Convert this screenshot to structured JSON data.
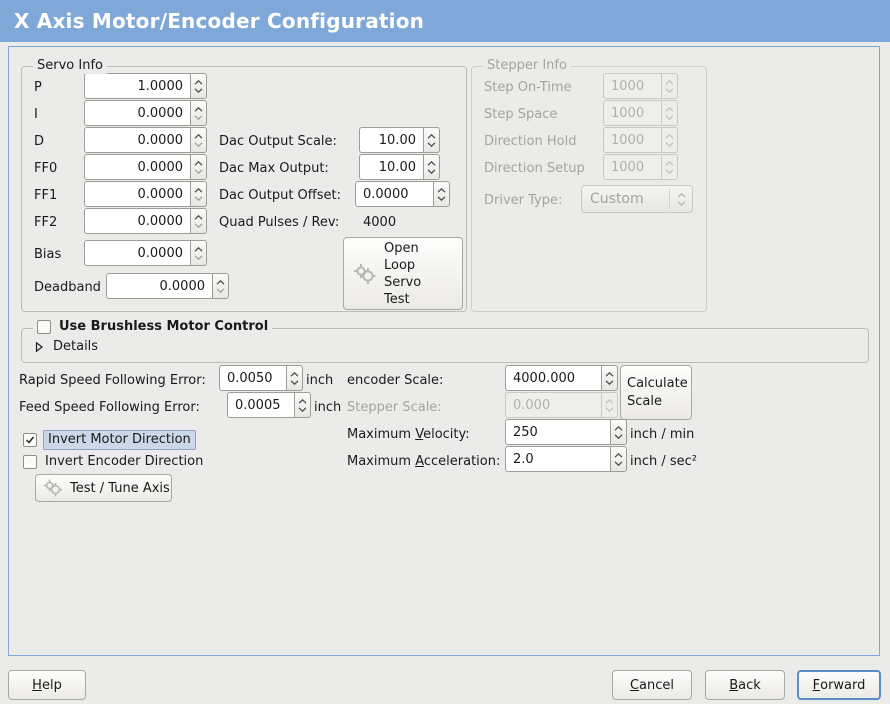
{
  "window": {
    "title": "X Axis Motor/Encoder Configuration",
    "header_color": "#7fa8d8",
    "background_color": "#ebebe9",
    "focus_color": "#5b8cc8"
  },
  "servo_info": {
    "legend": "Servo Info",
    "rows": [
      {
        "label": "P",
        "value": "1.0000"
      },
      {
        "label": "I",
        "value": "0.0000"
      },
      {
        "label": "D",
        "value": "0.0000"
      },
      {
        "label": "FF0",
        "value": "0.0000"
      },
      {
        "label": "FF1",
        "value": "0.0000"
      },
      {
        "label": "FF2",
        "value": "0.0000"
      },
      {
        "label": "Bias",
        "value": "0.0000"
      },
      {
        "label": "Deadband",
        "value": "0.0000"
      }
    ],
    "dac": [
      {
        "label": "Dac Output Scale:",
        "value": "10.00"
      },
      {
        "label": "Dac Max Output:",
        "value": "10.00"
      },
      {
        "label": "Dac Output Offset:",
        "value": "0.0000"
      }
    ],
    "quad_pulses_label": "Quad Pulses / Rev:",
    "quad_pulses_value": "4000",
    "open_loop_button": {
      "icon": "gears-icon",
      "lines": [
        "Open",
        "Loop",
        "Servo",
        "Test"
      ]
    }
  },
  "stepper_info": {
    "legend": "Stepper Info",
    "disabled": true,
    "rows": [
      {
        "label": "Step On-Time",
        "value": "1000"
      },
      {
        "label": "Step Space",
        "value": "1000"
      },
      {
        "label": "Direction Hold",
        "value": "1000"
      },
      {
        "label": "Direction Setup",
        "value": "1000"
      }
    ],
    "driver_type_label": "Driver Type:",
    "driver_type_value": "Custom"
  },
  "brushless": {
    "checkbox_label": "Use Brushless Motor Control",
    "checked": false,
    "details_label": "Details",
    "expanded": false
  },
  "errors": {
    "rapid_label": "Rapid Speed Following Error:",
    "rapid_value": "0.0050",
    "rapid_unit": "inch",
    "feed_label": "Feed Speed Following Error:",
    "feed_value": "0.0005",
    "feed_unit": "inch"
  },
  "inverts": {
    "motor_label": "Invert Motor Direction",
    "motor_checked": true,
    "motor_focused": true,
    "encoder_label": "Invert Encoder Direction",
    "encoder_checked": false
  },
  "test_tune_button": {
    "icon": "gears-icon",
    "label": "Test / Tune Axis"
  },
  "scales": {
    "encoder_label": "encoder Scale:",
    "encoder_value": "4000.000",
    "stepper_label": "Stepper Scale:",
    "stepper_value": "0.000",
    "stepper_disabled": true,
    "calculate_button_lines": [
      "Calculate",
      "Scale"
    ],
    "max_velocity_label_pre": "Maximum ",
    "max_velocity_label_mnemonic": "V",
    "max_velocity_label_post": "elocity:",
    "max_velocity_value": "250",
    "max_velocity_unit": "inch / min",
    "max_accel_label_pre": "Maximum ",
    "max_accel_label_mnemonic": "A",
    "max_accel_label_post": "cceleration:",
    "max_accel_value": "2.0",
    "max_accel_unit": "inch / sec²"
  },
  "footer": {
    "help": {
      "pre": "",
      "mnemonic": "H",
      "post": "elp"
    },
    "cancel": {
      "pre": "",
      "mnemonic": "C",
      "post": "ancel"
    },
    "back": {
      "pre": "",
      "mnemonic": "B",
      "post": "ack"
    },
    "forward": {
      "pre": "",
      "mnemonic": "F",
      "post": "orward"
    }
  }
}
